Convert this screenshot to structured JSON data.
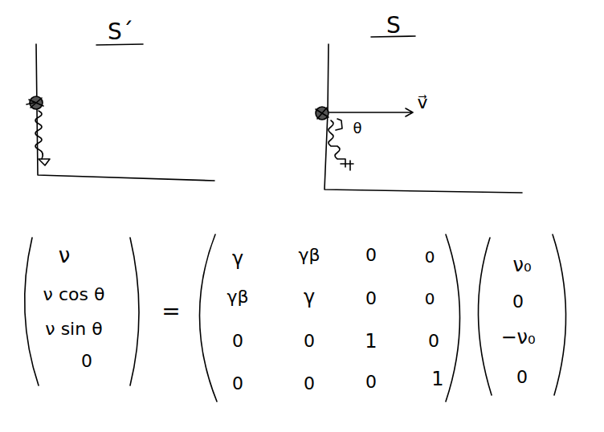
{
  "diagram": {
    "labels": [
      "S´",
      "S",
      "v⃗",
      "θ",
      "ν",
      "ν cos θ",
      "ν sin θ",
      "0",
      "=",
      "γ",
      "γβ",
      "0",
      "0",
      "γβ",
      "γ",
      "0",
      "0",
      "0",
      "0",
      "1",
      "0",
      "0",
      "0",
      "0",
      "1",
      "ν₀",
      "0",
      "−ν₀",
      "0"
    ]
  }
}
